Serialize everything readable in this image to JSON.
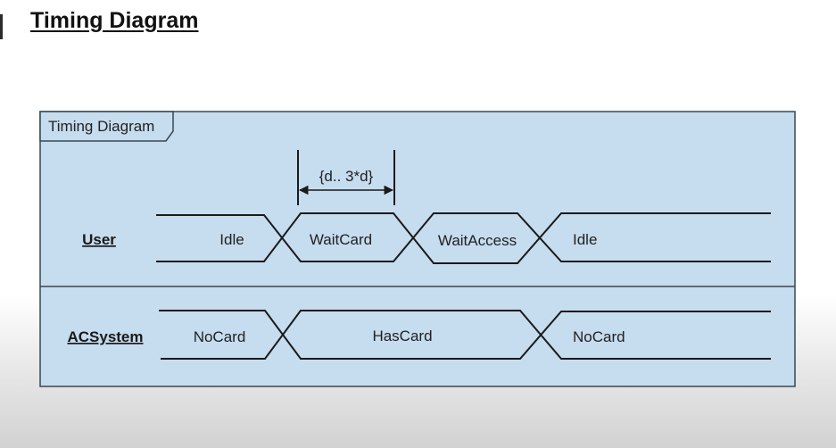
{
  "page": {
    "title": "Timing Diagram"
  },
  "diagram": {
    "frame_label": "Timing Diagram",
    "constraint_label": "{d.. 3*d}",
    "lifelines": [
      {
        "name": "User",
        "states": [
          "Idle",
          "WaitCard",
          "WaitAccess",
          "Idle"
        ]
      },
      {
        "name": "ACSystem",
        "states": [
          "NoCard",
          "HasCard",
          "NoCard"
        ]
      }
    ]
  },
  "colors": {
    "frame_fill": "#c6dcef",
    "frame_stroke": "#3a4650",
    "line": "#1a1a1a"
  }
}
